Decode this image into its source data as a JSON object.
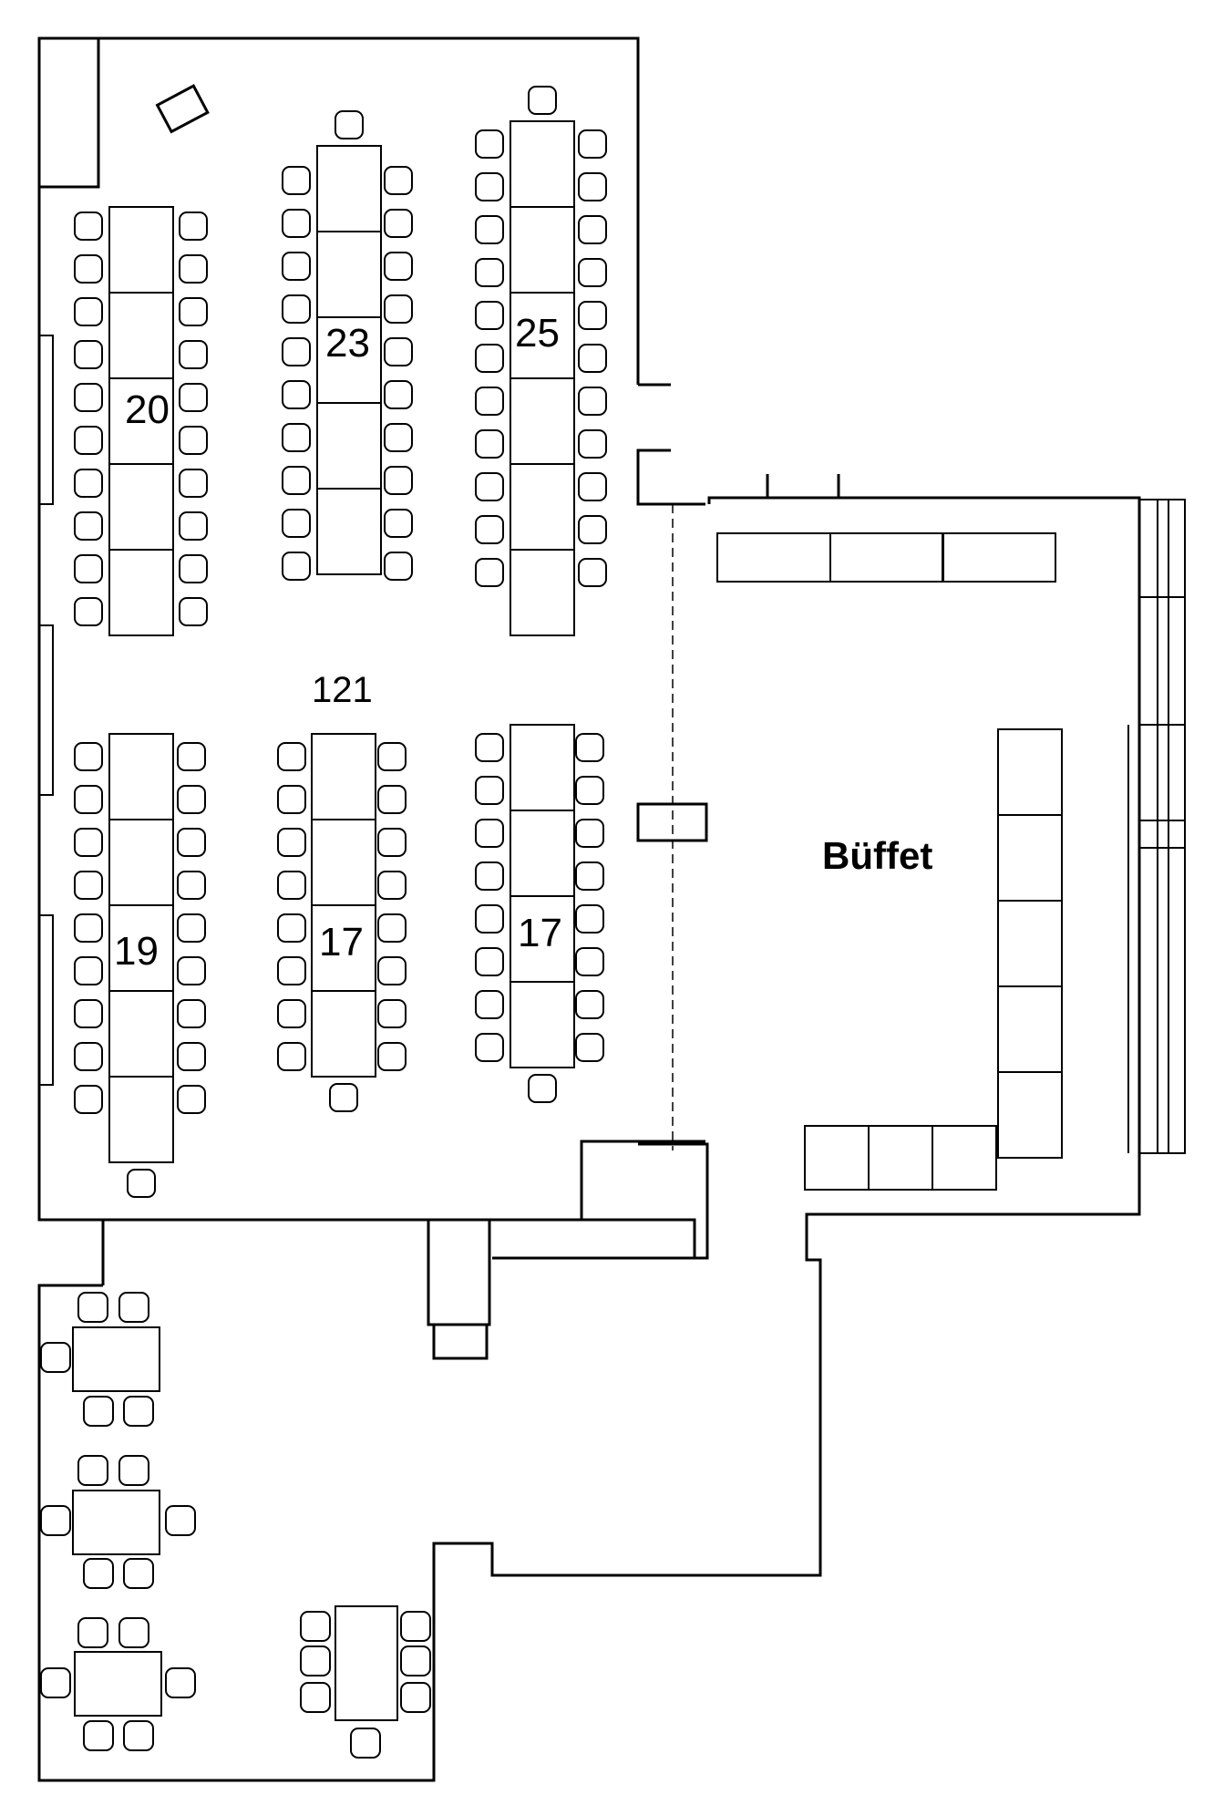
{
  "plan": {
    "labels": {
      "table_20": "20",
      "table_23": "23",
      "table_25": "25",
      "table_19": "19",
      "table_17a": "17",
      "table_17b": "17",
      "total": "121",
      "buffet": "Büffet"
    },
    "table_capacities": [
      20,
      23,
      25,
      19,
      17,
      17
    ],
    "total_seats": 121
  },
  "colors": {
    "line": "#000000",
    "background": "#ffffff"
  }
}
